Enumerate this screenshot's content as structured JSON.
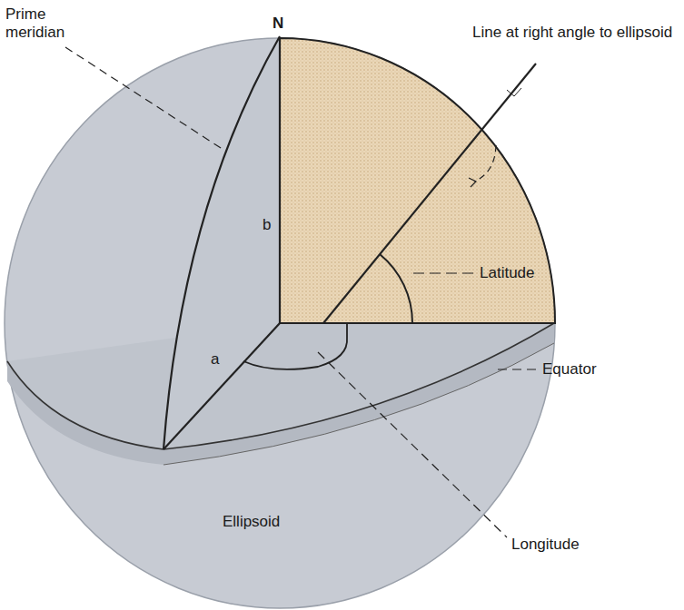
{
  "diagram": {
    "labels": [
      "Prime meridian",
      "N",
      "Line at right angle to ellipsoid",
      "b",
      "a",
      "Latitude",
      "Equator",
      "Ellipsoid",
      "Longitude"
    ]
  }
}
